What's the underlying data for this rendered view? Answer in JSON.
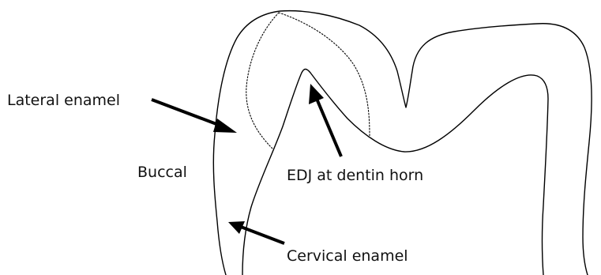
{
  "labels": {
    "lateral_enamel": "Lateral enamel",
    "buccal": "Buccal",
    "edj_dentin_horn": "EDJ at dentin horn",
    "cervical_enamel": "Cervical enamel"
  },
  "colors": {
    "stroke": "#000000",
    "background": "#ffffff"
  }
}
